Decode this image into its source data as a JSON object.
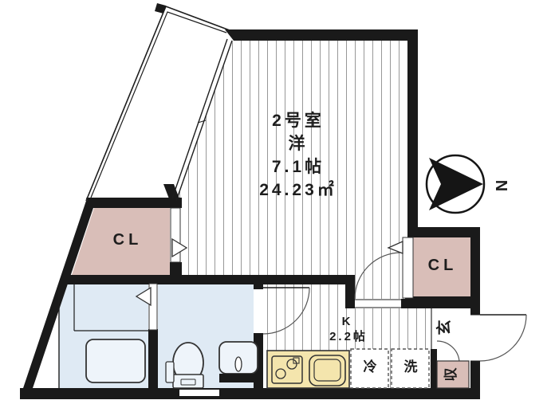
{
  "floorplan": {
    "main_room": {
      "name": "2号室",
      "style": "洋",
      "size": "7.1帖",
      "area": "24.23㎡"
    },
    "closet_left": {
      "label": "CL"
    },
    "closet_right": {
      "label": "CL"
    },
    "kitchen": {
      "label": "K",
      "size": "2.2帖"
    },
    "refrigerator": {
      "label": "冷"
    },
    "washer": {
      "label": "洗"
    },
    "entrance": {
      "label": "玄"
    },
    "storage": {
      "label": "収"
    },
    "compass": {
      "label": "N"
    },
    "colors": {
      "wall": "#1a1a1a",
      "closet": "#d9beb8",
      "wet_room": "#dfeaf4",
      "kitchen_counter": "#f4e5ad",
      "fixture": "#eef4fa",
      "stripe": "#8c8c8c"
    }
  }
}
